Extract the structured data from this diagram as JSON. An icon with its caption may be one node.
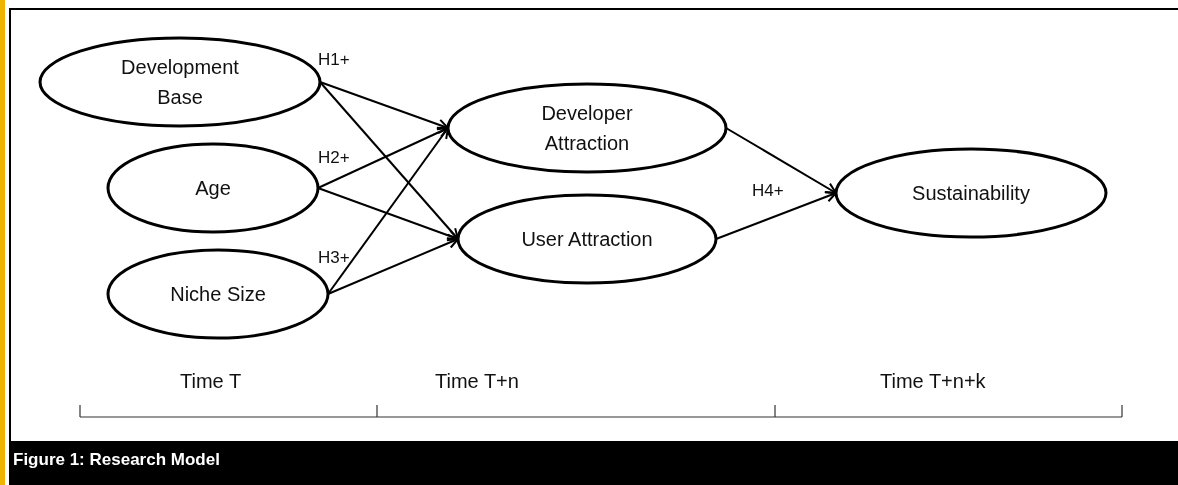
{
  "diagram": {
    "caption": "Figure 1: Research Model",
    "nodes": [
      {
        "text": [
          "Development Base"
        ]
      },
      {
        "text": [
          "Age"
        ]
      },
      {
        "text": [
          "Niche Size"
        ]
      },
      {
        "text": [
          "Developer Attraction"
        ]
      },
      {
        "text": [
          "User Attraction"
        ]
      },
      {
        "text": [
          "Sustainability"
        ]
      }
    ],
    "edges": [
      {
        "from": 0,
        "to": 3,
        "arrow": "to"
      },
      {
        "from": 0,
        "to": 4,
        "arrow": "to"
      },
      {
        "from": 1,
        "to": 3,
        "arrow": "to"
      },
      {
        "from": 1,
        "to": 4,
        "arrow": "to"
      },
      {
        "from": 2,
        "to": 3,
        "arrow": "to"
      },
      {
        "from": 2,
        "to": 4,
        "arrow": "to"
      },
      {
        "from": 3,
        "to": 5,
        "arrow": "to"
      },
      {
        "from": 4,
        "to": 5,
        "arrow": "to"
      }
    ],
    "labels": [
      "H1+",
      "H2+",
      "H3+",
      "H4+",
      "Time T",
      "Time T+n",
      "Time T+n+k"
    ]
  }
}
